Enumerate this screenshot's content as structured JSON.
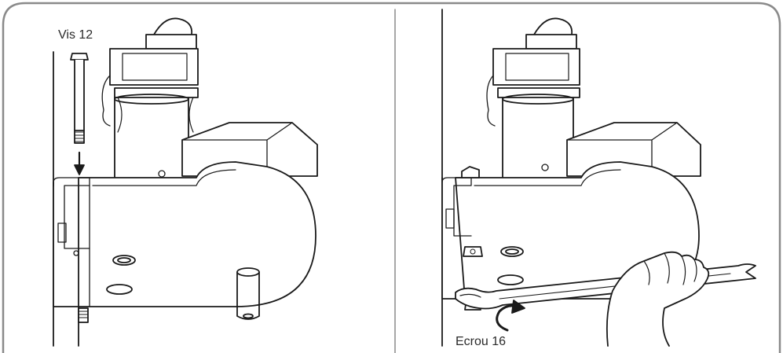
{
  "figure": {
    "panels": [
      {
        "name": "step-insert-screw",
        "callout": "Vis 12"
      },
      {
        "name": "step-tighten-nut",
        "callout": "Ecrou 16"
      }
    ],
    "colors": {
      "frame": "#8a8a8a",
      "line": "#1a1a1a",
      "fill": "#ffffff"
    },
    "icons": [
      "bolt-icon",
      "down-arrow-icon",
      "wrench-icon",
      "hand-icon",
      "rotate-arrow-icon"
    ]
  }
}
